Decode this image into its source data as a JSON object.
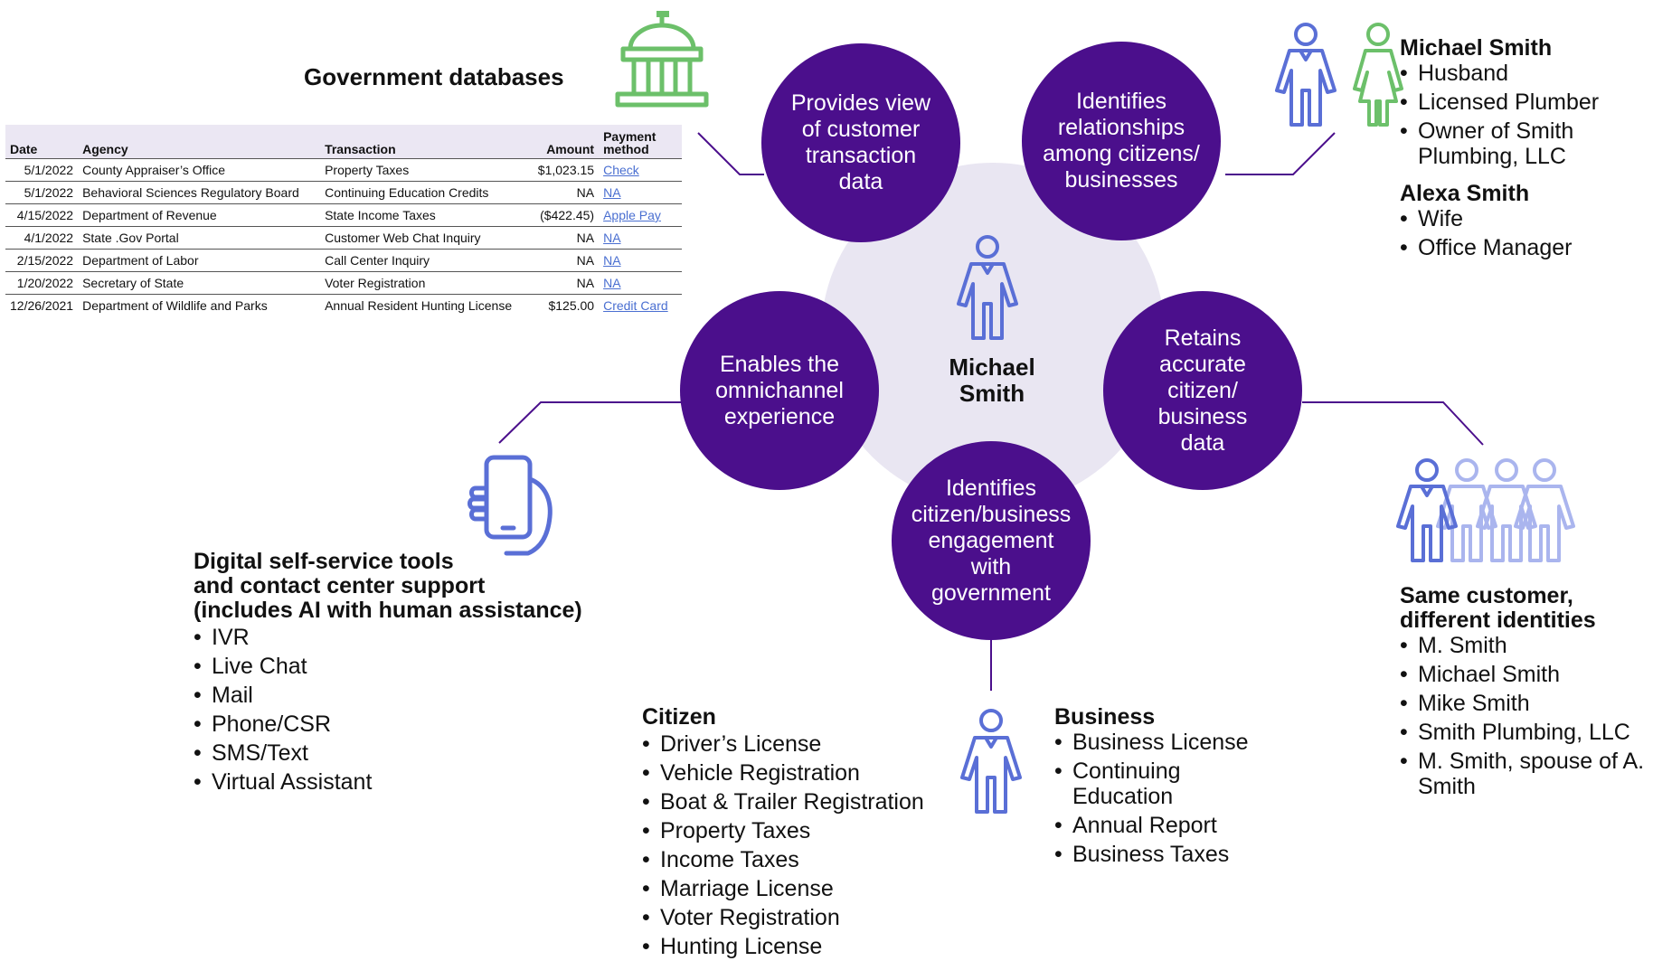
{
  "colors": {
    "hub": "#4b0f8c",
    "hub_text": "#ffffff",
    "center_bg": "#e9e6f2",
    "line": "#4b0f8c",
    "icon_blue": "#5a6fd6",
    "icon_blue_light": "#aab5ee",
    "icon_green": "#6cc06a",
    "link": "#4a6fd1"
  },
  "government": {
    "title": "Government databases",
    "icon": "government-building-icon",
    "table": {
      "headers": {
        "date": "Date",
        "agency": "Agency",
        "transaction": "Transaction",
        "amount": "Amount",
        "payment_line1": "Payment",
        "payment_line2": "method"
      },
      "rows": [
        {
          "date": "5/1/2022",
          "agency": "County Appraiser’s Office",
          "transaction": "Property Taxes",
          "amount": "$1,023.15",
          "payment": "Check"
        },
        {
          "date": "5/1/2022",
          "agency": "Behavioral Sciences Regulatory Board",
          "transaction": "Continuing Education Credits",
          "amount": "NA",
          "payment": "NA"
        },
        {
          "date": "4/15/2022",
          "agency": "Department of Revenue",
          "transaction": "State Income Taxes",
          "amount": "($422.45)",
          "payment": "Apple Pay"
        },
        {
          "date": "4/1/2022",
          "agency": "State .Gov Portal",
          "transaction": "Customer Web Chat Inquiry",
          "amount": "NA",
          "payment": "NA"
        },
        {
          "date": "2/15/2022",
          "agency": "Department of Labor",
          "transaction": "Call Center Inquiry",
          "amount": "NA",
          "payment": "NA"
        },
        {
          "date": "1/20/2022",
          "agency": "Secretary of State",
          "transaction": "Voter Registration",
          "amount": "NA",
          "payment": "NA"
        },
        {
          "date": "12/26/2021",
          "agency": "Department of Wildlife and Parks",
          "transaction": "Annual Resident Hunting License",
          "amount": "$125.00",
          "payment": "Credit Card"
        }
      ]
    }
  },
  "center": {
    "name_line1": "Michael",
    "name_line2": "Smith",
    "icon": "person-icon"
  },
  "hubs": {
    "transaction_view": [
      "Provides view",
      "of customer",
      "transaction",
      "data"
    ],
    "relationships": [
      "Identifies",
      "relationships",
      "among citizens/",
      "businesses"
    ],
    "omnichannel": [
      "Enables the",
      "omnichannel",
      "experience"
    ],
    "accurate_data": [
      "Retains",
      "accurate",
      "citizen/",
      "business",
      "data"
    ],
    "engagement": [
      "Identifies",
      "citizen/business",
      "engagement",
      "with",
      "government"
    ]
  },
  "relationships": {
    "icon": "couple-icon",
    "person1": {
      "name": "Michael Smith",
      "items": [
        "Husband",
        "Licensed Plumber",
        "Owner of Smith Plumbing, LLC"
      ]
    },
    "person2": {
      "name": "Alexa Smith",
      "items": [
        "Wife",
        "Office Manager"
      ]
    }
  },
  "digital": {
    "icon": "phone-in-hand-icon",
    "title_line1": "Digital self-service tools",
    "title_line2": "and contact center support",
    "title_line3": "(includes AI with human assistance)",
    "items": [
      "IVR",
      "Live Chat",
      "Mail",
      "Phone/CSR",
      "SMS/Text",
      "Virtual Assistant"
    ]
  },
  "identities": {
    "icon": "multiple-identities-icon",
    "title_line1": "Same customer,",
    "title_line2": "different identities",
    "items": [
      "M. Smith",
      "Michael Smith",
      "Mike Smith",
      "Smith Plumbing, LLC",
      "M. Smith, spouse of A. Smith"
    ]
  },
  "citizen": {
    "title": "Citizen",
    "items": [
      "Driver’s License",
      "Vehicle Registration",
      "Boat & Trailer Registration",
      "Property Taxes",
      "Income Taxes",
      "Marriage License",
      "Voter Registration",
      "Hunting License"
    ]
  },
  "business": {
    "icon": "person-icon",
    "title": "Business",
    "items": [
      "Business License",
      "Continuing Education",
      "Annual Report",
      "Business Taxes"
    ]
  }
}
